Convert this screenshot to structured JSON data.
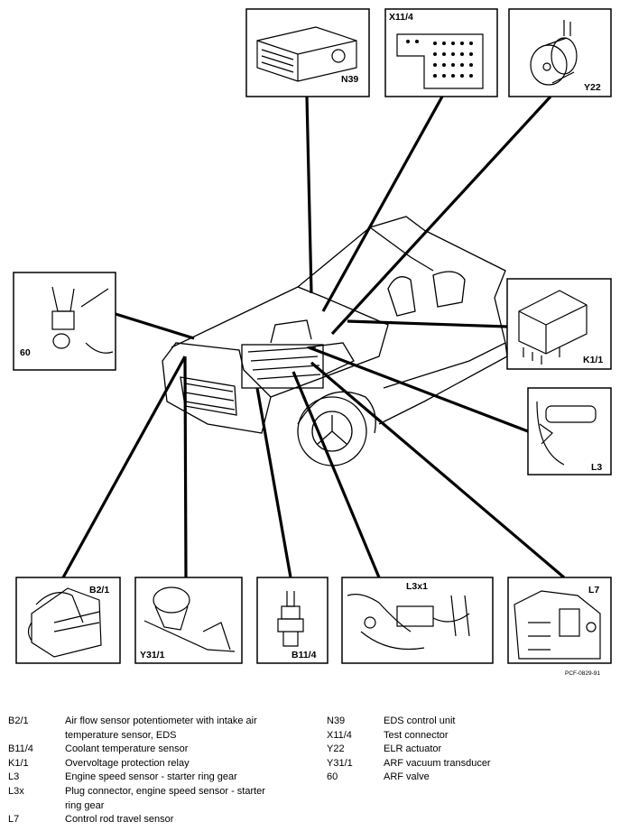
{
  "diagram": {
    "labels": {
      "n39": "N39",
      "x11_4": "X11/4",
      "y22": "Y22",
      "v60": "60",
      "k1_1": "K1/1",
      "l3": "L3",
      "b2_1": "B2/1",
      "y31_1": "Y31/1",
      "b11_4": "B11/4",
      "l3x1": "L3x1",
      "l7": "L7",
      "figure_ref": "PCF-0829-91"
    }
  },
  "legend_left": [
    {
      "code": "B2/1",
      "desc": "Air flow sensor potentiometer with intake air temperature sensor, EDS"
    },
    {
      "code": "B11/4",
      "desc": "Coolant temperature sensor"
    },
    {
      "code": "K1/1",
      "desc": "Overvoltage protection relay"
    },
    {
      "code": "L3",
      "desc": "Engine speed sensor - starter ring gear"
    },
    {
      "code": "L3x",
      "desc": "Plug connector, engine speed sensor - starter ring gear"
    },
    {
      "code": "L7",
      "desc": "Control rod travel sensor"
    }
  ],
  "legend_right": [
    {
      "code": "N39",
      "desc": "EDS control unit"
    },
    {
      "code": "X11/4",
      "desc": "Test connector"
    },
    {
      "code": "Y22",
      "desc": "ELR actuator"
    },
    {
      "code": "Y31/1",
      "desc": "ARF vacuum transducer"
    },
    {
      "code": "60",
      "desc": "ARF valve"
    }
  ]
}
